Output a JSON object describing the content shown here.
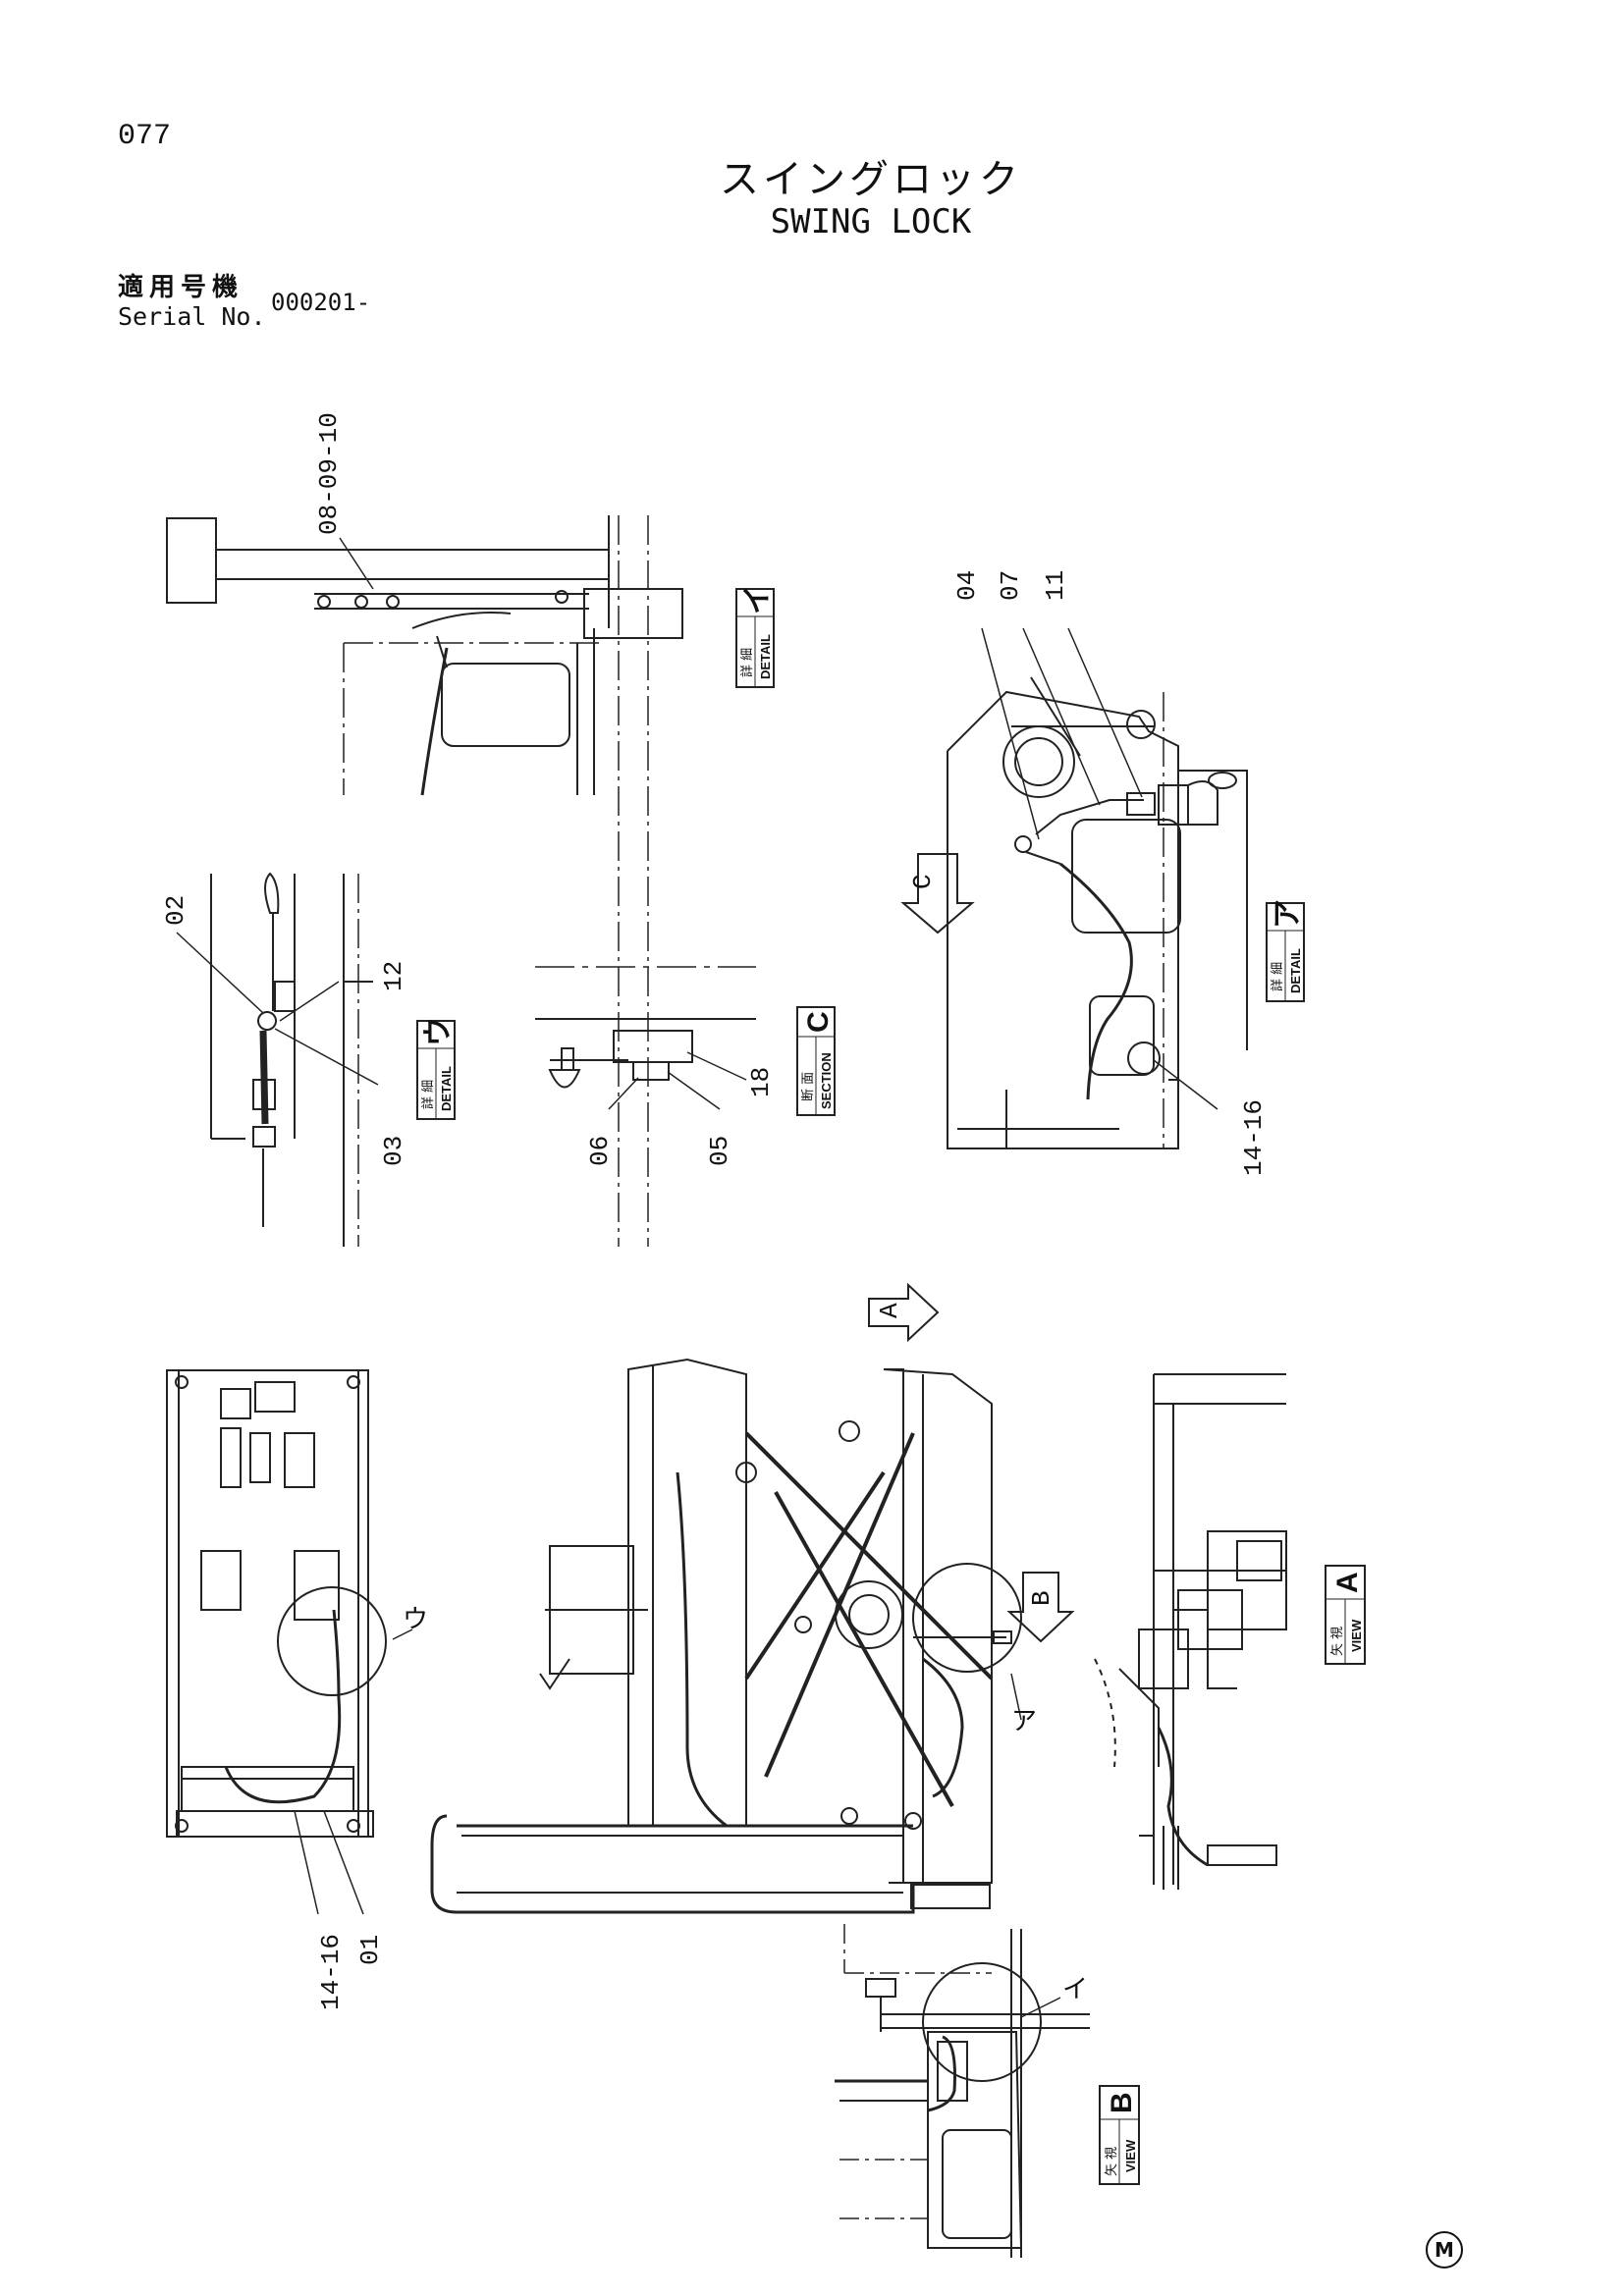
{
  "header": {
    "page_number": "077",
    "title_jp": "スイングロック",
    "title_en": "SWING LOCK",
    "serial_label_jp": "適用号機",
    "serial_label_en": "Serial No.",
    "serial_value": "000201-"
  },
  "part_callouts": [
    "08-09-10",
    "04",
    "07",
    "11",
    "02",
    "12",
    "03",
    "06",
    "05",
    "18",
    "14-16",
    "14-16",
    "01"
  ],
  "detail_boxes": {
    "detail_i": {
      "jp": "詳 細",
      "en": "DETAIL",
      "mark": "イ"
    },
    "detail_u": {
      "jp": "詳 細",
      "en": "DETAIL",
      "mark": "ウ"
    },
    "section_c": {
      "jp": "断 面",
      "en": "SECTION",
      "mark": "C"
    },
    "detail_a": {
      "jp": "詳 細",
      "en": "DETAIL",
      "mark": "ア"
    },
    "view_a": {
      "jp": "矢 視",
      "en": "VIEW",
      "mark": "A"
    },
    "view_b": {
      "jp": "矢 視",
      "en": "VIEW",
      "mark": "B"
    }
  },
  "arrow_markers": [
    "C",
    "A",
    "B"
  ],
  "circle_refs": [
    "ウ",
    "ア",
    "イ"
  ],
  "footer_mark": "M"
}
